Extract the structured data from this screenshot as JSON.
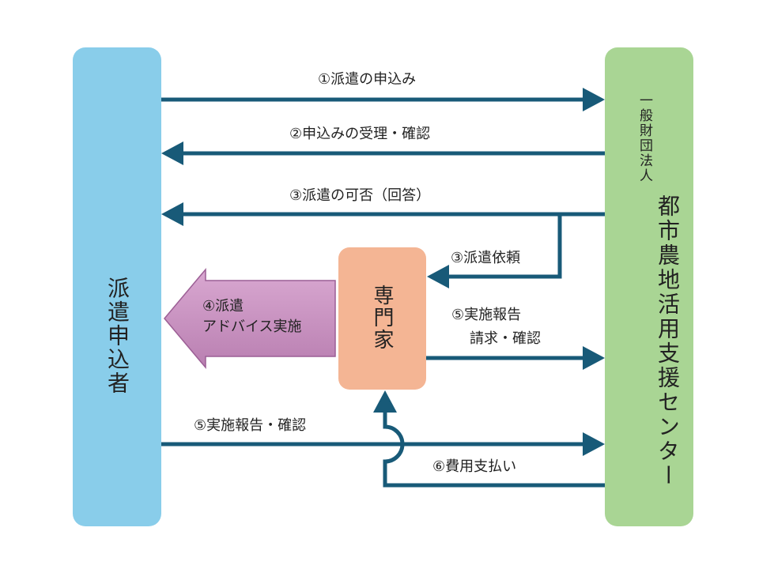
{
  "colors": {
    "applicant_fill": "#89cdea",
    "center_fill": "#a9d594",
    "expert_fill": "#f4b594",
    "arrow_color": "#185a78",
    "advice_arrow_fill": "#c98fc0"
  },
  "nodes": {
    "applicant": "派遣申込者",
    "center_org": "一般財団法人",
    "center_name": "都市農地活用支援センター",
    "expert": "専門家"
  },
  "flows": {
    "f1": "①派遣の申込み",
    "f2": "②申込みの受理・確認",
    "f3": "③派遣の可否（回答）",
    "f3b": "③派遣依頼",
    "f4_line1": "④派遣",
    "f4_line2": "アドバイス実施",
    "f5a_line1": "⑤実施報告",
    "f5a_line2": "請求・確認",
    "f5b": "⑤実施報告・確認",
    "f6": "⑥費用支払い"
  }
}
